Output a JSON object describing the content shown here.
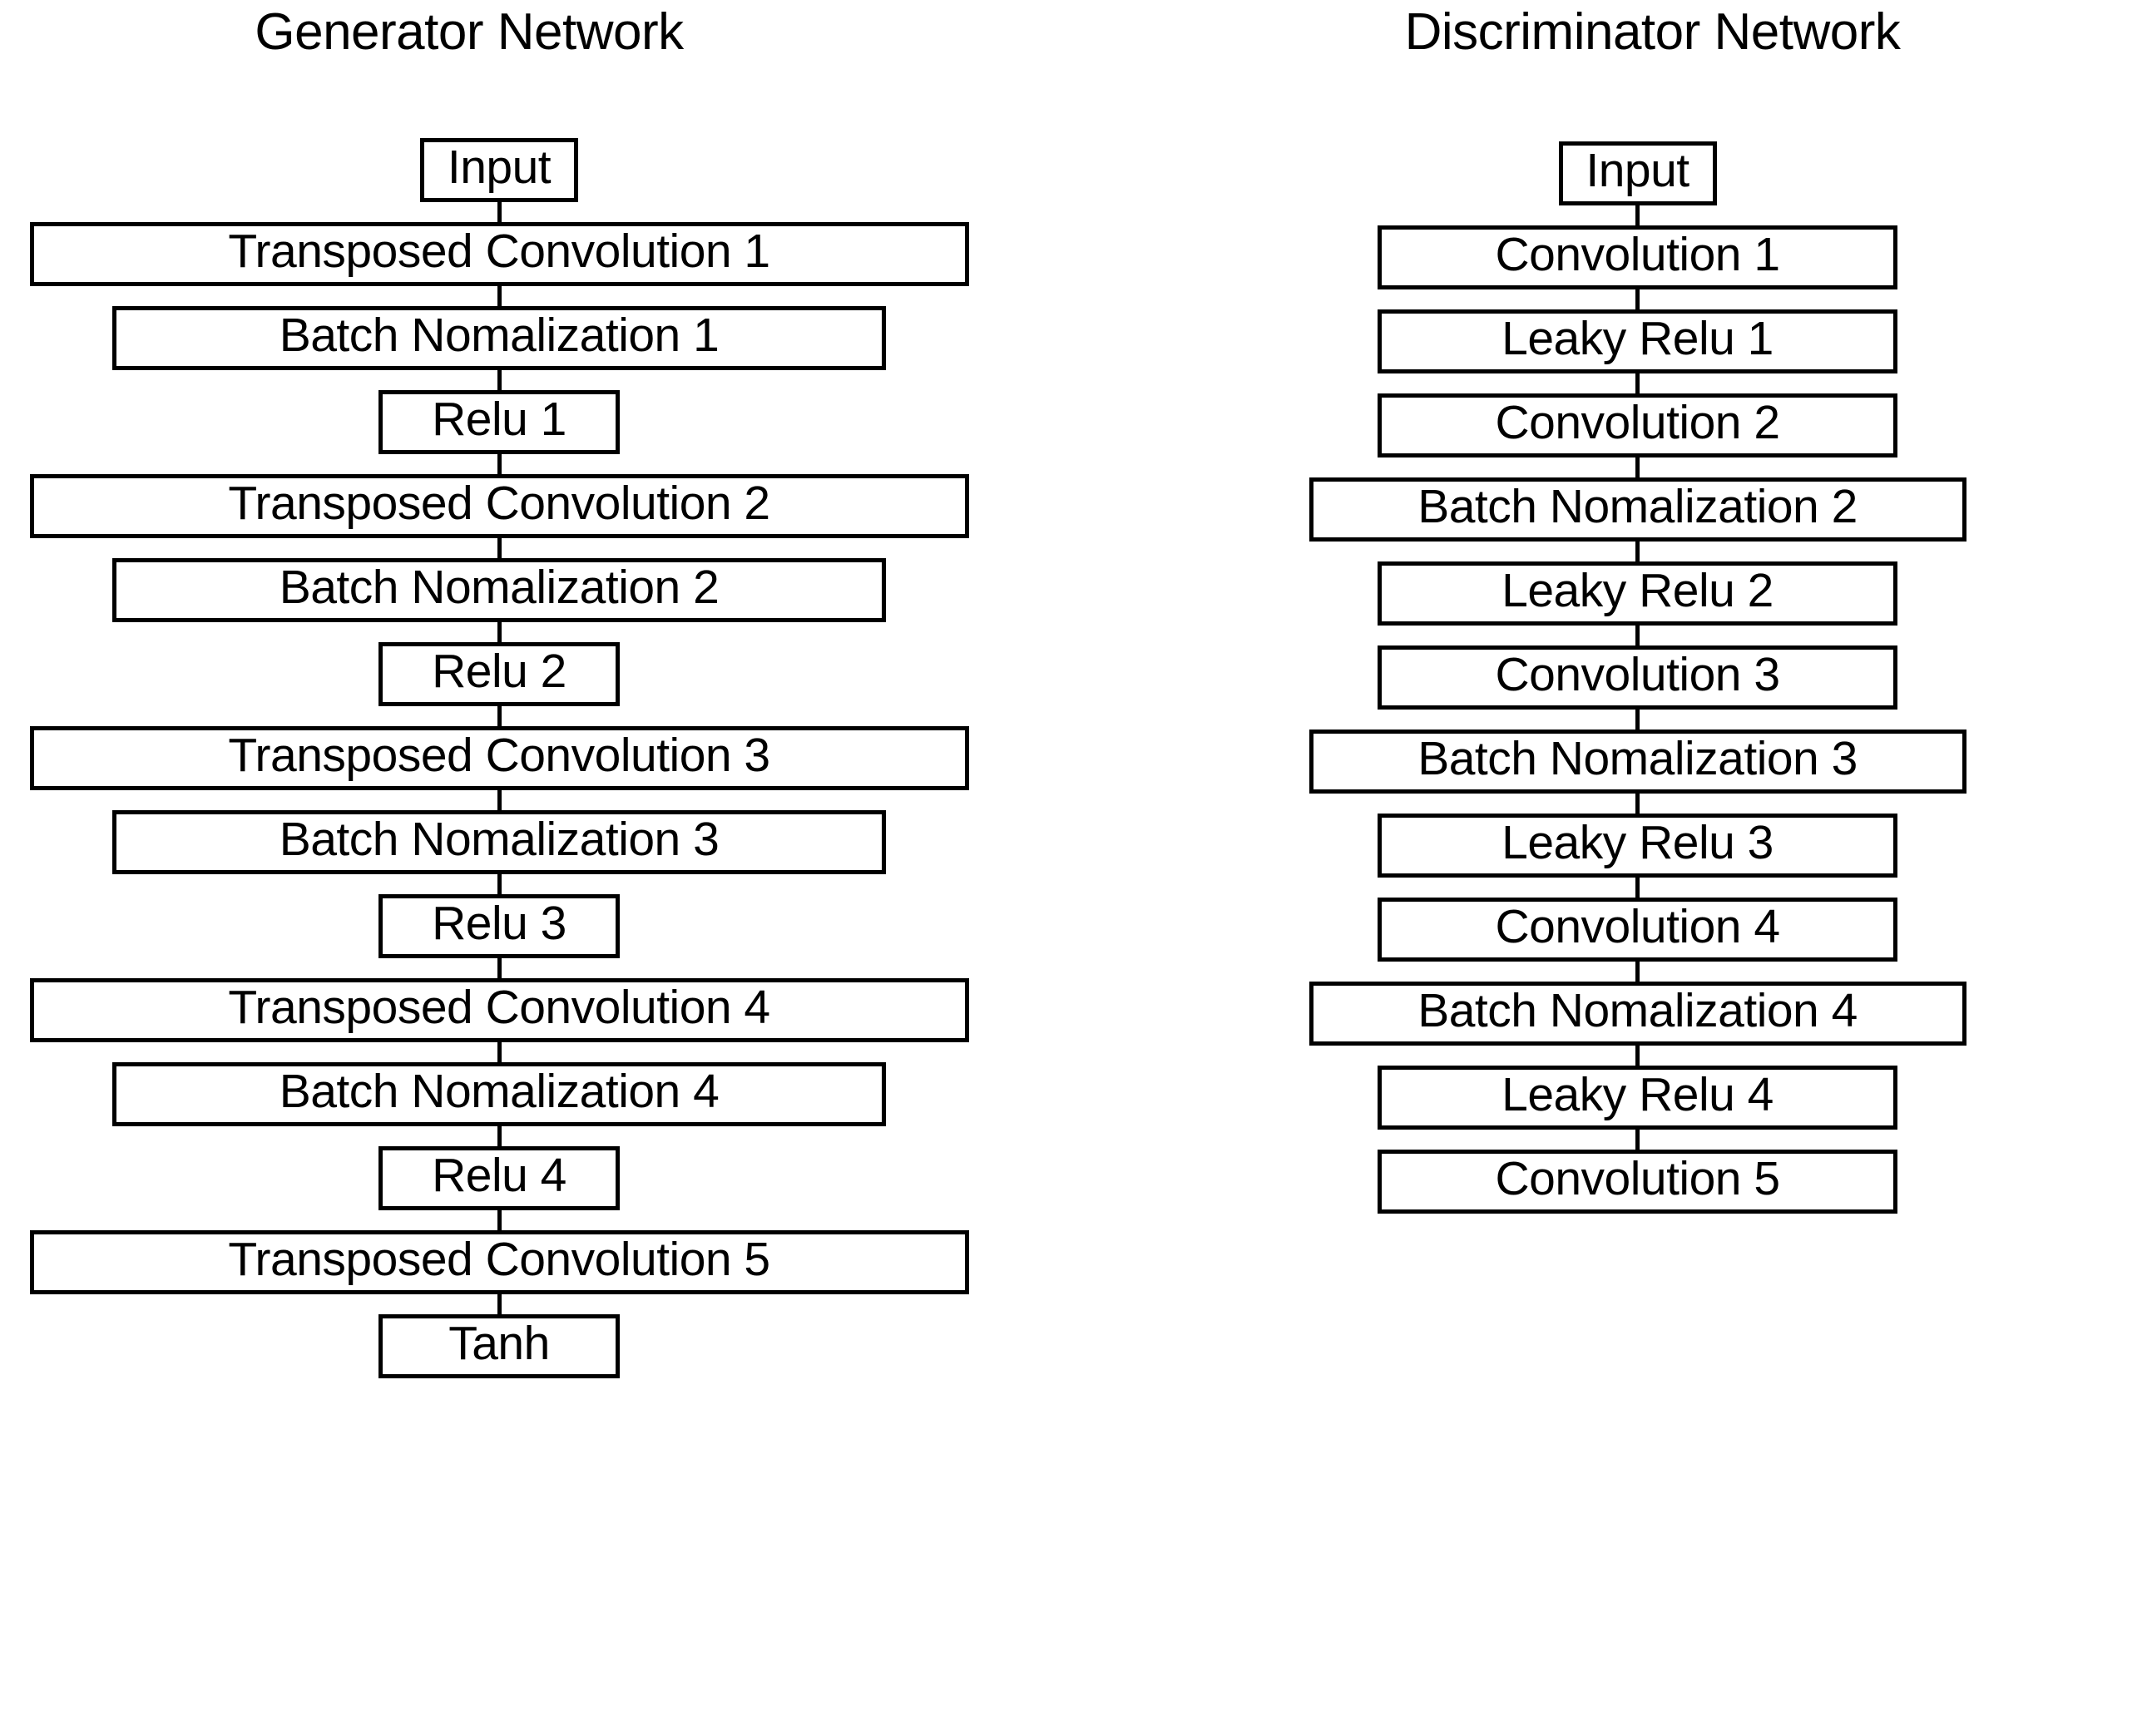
{
  "diagram": {
    "title_left": "Generator Network",
    "title_right": "Discriminator Network",
    "background_color": "#ffffff",
    "line_color": "#000000"
  },
  "generator": {
    "title": "Generator Network",
    "nodes": [
      {
        "label": "Input",
        "size": "input"
      },
      {
        "label": "Transposed Convolution 1",
        "size": "tconv"
      },
      {
        "label": "Batch Nomalization 1",
        "size": "bn"
      },
      {
        "label": "Relu 1",
        "size": "relu"
      },
      {
        "label": "Transposed Convolution 2",
        "size": "tconv"
      },
      {
        "label": "Batch Nomalization 2",
        "size": "bn"
      },
      {
        "label": "Relu 2",
        "size": "relu"
      },
      {
        "label": "Transposed Convolution 3",
        "size": "tconv"
      },
      {
        "label": "Batch Nomalization 3",
        "size": "bn"
      },
      {
        "label": "Relu 3",
        "size": "relu"
      },
      {
        "label": "Transposed Convolution 4",
        "size": "tconv"
      },
      {
        "label": "Batch Nomalization 4",
        "size": "bn"
      },
      {
        "label": "Relu 4",
        "size": "relu"
      },
      {
        "label": "Transposed Convolution 5",
        "size": "tconv"
      },
      {
        "label": "Tanh",
        "size": "tanh"
      }
    ]
  },
  "discriminator": {
    "title": "Discriminator Network",
    "nodes": [
      {
        "label": "Input",
        "size": "input"
      },
      {
        "label": "Convolution 1",
        "size": "conv"
      },
      {
        "label": "Leaky Relu 1",
        "size": "lrelu"
      },
      {
        "label": "Convolution 2",
        "size": "conv"
      },
      {
        "label": "Batch Nomalization 2",
        "size": "bn"
      },
      {
        "label": "Leaky Relu 2",
        "size": "lrelu"
      },
      {
        "label": "Convolution 3",
        "size": "conv"
      },
      {
        "label": "Batch Nomalization 3",
        "size": "bn"
      },
      {
        "label": "Leaky Relu 3",
        "size": "lrelu"
      },
      {
        "label": "Convolution 4",
        "size": "conv"
      },
      {
        "label": "Batch Nomalization 4",
        "size": "bn"
      },
      {
        "label": "Leaky Relu 4",
        "size": "lrelu"
      },
      {
        "label": "Convolution 5",
        "size": "conv"
      }
    ]
  }
}
